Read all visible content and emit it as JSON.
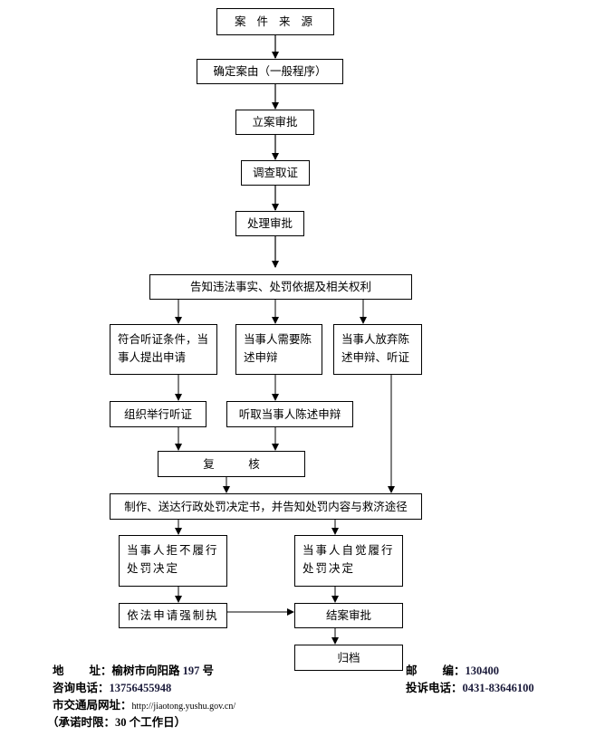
{
  "flowchart": {
    "nodes": {
      "source": "案 件 来 源",
      "determine_cause": "确定案由（一般程序）",
      "file_approval": "立案审批",
      "investigation": "调查取证",
      "handling_approval": "处理审批",
      "notify": "告知违法事实、处罚依据及相关权利",
      "hearing_request": "符合听证条件，当事人提出申请",
      "statement_needed": "当事人需要陈述申辩",
      "waive": "当事人放弃陈述申辩、听证",
      "hold_hearing": "组织举行听证",
      "hear_statement": "听取当事人陈述申辩",
      "review": "复　　　核",
      "decision": "制作、送达行政处罚决定书，并告知处罚内容与救济途径",
      "refuse": "当事人拒不履行处罚决定",
      "comply": "当事人自觉履行处罚决定",
      "enforce": "依法申请强制执",
      "close": "结案审批",
      "archive": "归档"
    }
  },
  "footer": {
    "address_label": "地",
    "address_label2": "址：",
    "address_value": "榆树市向阳路",
    "address_num": "197",
    "address_suffix": "号",
    "consult_label": "咨询电话：",
    "consult_value": "13756455948",
    "website_label": "市交通局网址：",
    "website_value": "http://jiaotong.yushu.gov.cn/",
    "time_limit": "（承诺时限：30 个工作日）",
    "postcode_label": "邮",
    "postcode_label2": "编：",
    "postcode_value": "130400",
    "complaint_label": "投诉电话：",
    "complaint_value": "0431-83646100"
  }
}
